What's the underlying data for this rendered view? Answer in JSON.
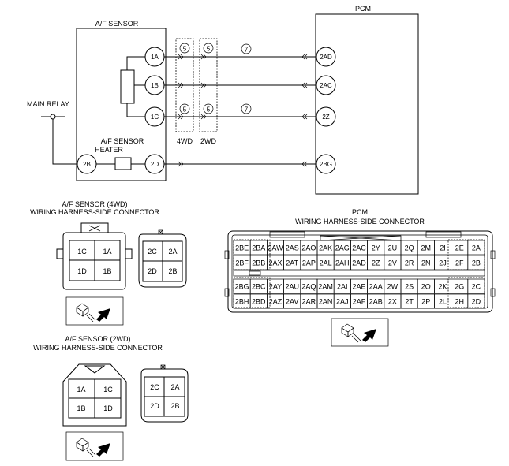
{
  "schematic": {
    "pcm_title": "PCM",
    "sensor_title": "A/F SENSOR",
    "main_relay": "MAIN RELAY",
    "heater_line1": "A/F SENSOR",
    "heater_line2": "HEATER",
    "sensor_pins": [
      "1A",
      "1B",
      "1C",
      "2B",
      "2D"
    ],
    "pcm_pins": [
      "2AD",
      "2AC",
      "2Z",
      "2BG"
    ],
    "splice_mark": "⑤",
    "connector_mark": "⑦",
    "label_4wd": "4WD",
    "label_2wd": "2WD"
  },
  "connector_4wd": {
    "title_line1": "A/F SENSOR (4WD)",
    "title_line2": "WIRING HARNESS-SIDE CONNECTOR",
    "male_pins": [
      "1C",
      "1A",
      "1D",
      "1B"
    ],
    "female_pins": [
      "2C",
      "2A",
      "2D",
      "2B"
    ]
  },
  "connector_2wd": {
    "title_line1": "A/F SENSOR (2WD)",
    "title_line2": "WIRING HARNESS-SIDE CONNECTOR",
    "male_pins": [
      "1A",
      "1C",
      "1B",
      "1D"
    ],
    "female_pins": [
      "2C",
      "2A",
      "2D",
      "2B"
    ]
  },
  "pcm_connector": {
    "title_line1": "PCM",
    "title_line2": "WIRING HARNESS-SIDE CONNECTOR",
    "rows": [
      [
        "2BE",
        "2BA",
        "2AW",
        "2AS",
        "2AO",
        "2AK",
        "2AG",
        "2AC",
        "2Y",
        "2U",
        "2Q",
        "2M",
        "2I",
        "2E",
        "2A"
      ],
      [
        "2BF",
        "2BB",
        "2AX",
        "2AT",
        "2AP",
        "2AL",
        "2AH",
        "2AD",
        "2Z",
        "2V",
        "2R",
        "2N",
        "2J",
        "2F",
        "2B"
      ],
      [
        "2BG",
        "2BC",
        "2AY",
        "2AU",
        "2AQ",
        "2AM",
        "2AI",
        "2AE",
        "2AA",
        "2W",
        "2S",
        "2O",
        "2K",
        "2G",
        "2C"
      ],
      [
        "2BH",
        "2BD",
        "2AZ",
        "2AV",
        "2AR",
        "2AN",
        "2AJ",
        "2AF",
        "2AB",
        "2X",
        "2T",
        "2P",
        "2L",
        "2H",
        "2D"
      ]
    ]
  },
  "icons": [
    "connector-view-icon",
    "arrow-icon"
  ]
}
